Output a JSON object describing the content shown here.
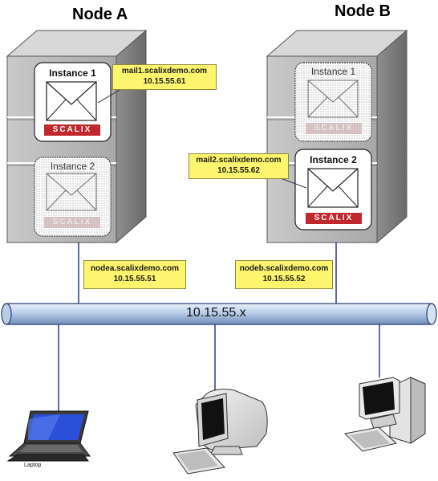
{
  "nodes": {
    "a": {
      "title": "Node A",
      "instance1_label": "Instance 1",
      "instance2_label": "Instance 2",
      "brand": "SCALIX",
      "mail_host": "mail1.scalixdemo.com",
      "mail_ip": "10.15.55.61",
      "node_host": "nodea.scalixdemo.com",
      "node_ip": "10.15.55.51"
    },
    "b": {
      "title": "Node B",
      "instance1_label": "Instance 1",
      "instance2_label": "Instance 2",
      "brand": "SCALIX",
      "mail_host": "mail2.scalixdemo.com",
      "mail_ip": "10.15.55.62",
      "node_host": "nodeb.scalixdemo.com",
      "node_ip": "10.15.55.52"
    }
  },
  "network": {
    "label": "10.15.55.x"
  },
  "devices": {
    "laptop_label": "Laptop"
  },
  "colors": {
    "server_body": "#b5b5b5",
    "bus_fill": "#c9d9ee",
    "callout_fill": "#fdf56e",
    "brand_red": "#c0282e"
  }
}
